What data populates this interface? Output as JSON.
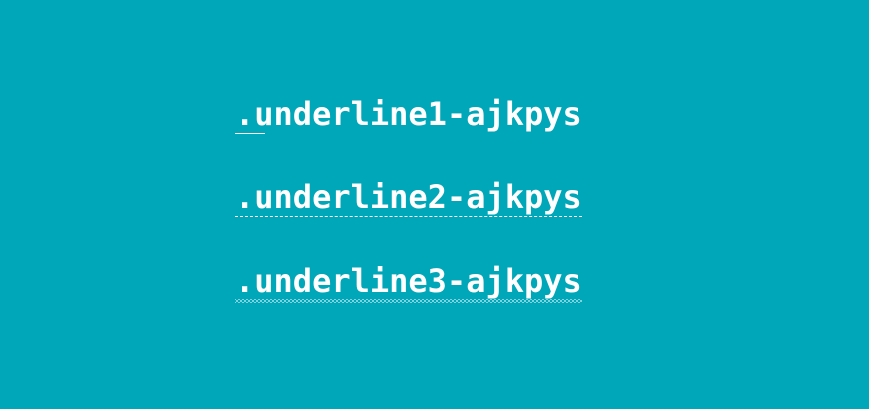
{
  "page": {
    "background_color": "#00a7b8",
    "text_color": "#ffffff"
  },
  "samples": [
    {
      "text": ".underline1-ajkpys",
      "style": "solid-partial"
    },
    {
      "text": ".underline2-ajkpys",
      "style": "dashed"
    },
    {
      "text": ".underline3-ajkpys",
      "style": "wavy"
    }
  ]
}
